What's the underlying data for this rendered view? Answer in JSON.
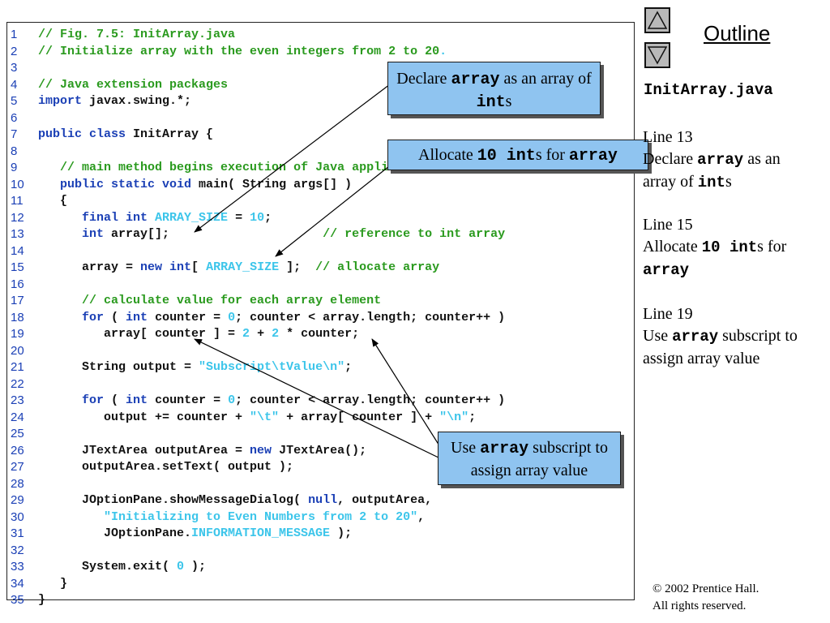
{
  "nav": {
    "up_icon": "triangle-up-icon",
    "down_icon": "triangle-down-icon"
  },
  "outline": {
    "title": "Outline",
    "file_name": "InitArray.java"
  },
  "notes": [
    {
      "line": "Line 13",
      "pre": "Declare ",
      "code": "array",
      "mid": " as an array of ",
      "code2": "int",
      "post": "s"
    },
    {
      "line": "Line 15",
      "pre": "Allocate ",
      "code": "10 int",
      "mid": "s for ",
      "code2": "array",
      "post": ""
    },
    {
      "line": "Line 19",
      "pre": "Use ",
      "code": "array",
      "mid": " subscript to assign array value",
      "code2": "",
      "post": ""
    }
  ],
  "callouts": {
    "declare": {
      "pre": "Declare ",
      "code": "array",
      "mid": " as an array of ",
      "code2": "int",
      "post": "s"
    },
    "allocate": {
      "pre": "Allocate ",
      "code": "10 int",
      "mid": "s for ",
      "code2": "array"
    },
    "subscript": {
      "pre": "Use ",
      "code": "array",
      "post": " subscript to assign array value"
    }
  },
  "copyright": {
    "symbol": "©",
    "line1": " 2002 Prentice Hall.",
    "line2": "All rights reserved."
  },
  "code_lines": [
    {
      "n": "1",
      "tokens": [
        [
          "c",
          "// Fig. 7.5: InitArray.java"
        ]
      ]
    },
    {
      "n": "2",
      "tokens": [
        [
          "c",
          "// Initialize array with the even integers from 2 to 20"
        ],
        [
          "n",
          "."
        ]
      ]
    },
    {
      "n": "3",
      "tokens": []
    },
    {
      "n": "4",
      "tokens": [
        [
          "c",
          "// Java extension packages"
        ]
      ]
    },
    {
      "n": "5",
      "tokens": [
        [
          "k",
          "import"
        ],
        [
          "p",
          " javax.swing.*;"
        ]
      ]
    },
    {
      "n": "6",
      "tokens": []
    },
    {
      "n": "7",
      "tokens": [
        [
          "k",
          "public class"
        ],
        [
          "p",
          " InitArray {"
        ]
      ]
    },
    {
      "n": "8",
      "tokens": []
    },
    {
      "n": "9",
      "tokens": [
        [
          "p",
          "   "
        ],
        [
          "c",
          "// main method begins execution of Java application"
        ]
      ]
    },
    {
      "n": "10",
      "tokens": [
        [
          "p",
          "   "
        ],
        [
          "k",
          "public static void"
        ],
        [
          "p",
          " main( String args[] )"
        ]
      ]
    },
    {
      "n": "11",
      "tokens": [
        [
          "p",
          "   {"
        ]
      ]
    },
    {
      "n": "12",
      "tokens": [
        [
          "p",
          "      "
        ],
        [
          "k",
          "final int"
        ],
        [
          "p",
          " "
        ],
        [
          "n",
          "ARRAY_SIZE"
        ],
        [
          "p",
          " = "
        ],
        [
          "n",
          "10"
        ],
        [
          "p",
          ";"
        ]
      ]
    },
    {
      "n": "13",
      "tokens": [
        [
          "p",
          "      "
        ],
        [
          "k",
          "int"
        ],
        [
          "p",
          " array[];                     "
        ],
        [
          "c",
          "// reference to int array"
        ]
      ]
    },
    {
      "n": "14",
      "tokens": []
    },
    {
      "n": "15",
      "tokens": [
        [
          "p",
          "      array = "
        ],
        [
          "k",
          "new int"
        ],
        [
          "p",
          "[ "
        ],
        [
          "n",
          "ARRAY_SIZE"
        ],
        [
          "p",
          " ];  "
        ],
        [
          "c",
          "// allocate array"
        ]
      ]
    },
    {
      "n": "16",
      "tokens": []
    },
    {
      "n": "17",
      "tokens": [
        [
          "p",
          "      "
        ],
        [
          "c",
          "// calculate value for each array element"
        ]
      ]
    },
    {
      "n": "18",
      "tokens": [
        [
          "p",
          "      "
        ],
        [
          "k",
          "for"
        ],
        [
          "p",
          " ( "
        ],
        [
          "k",
          "int"
        ],
        [
          "p",
          " counter = "
        ],
        [
          "n",
          "0"
        ],
        [
          "p",
          "; counter < array.length; counter++ )"
        ]
      ]
    },
    {
      "n": "19",
      "tokens": [
        [
          "p",
          "         array[ counter ] = "
        ],
        [
          "n",
          "2"
        ],
        [
          "p",
          " + "
        ],
        [
          "n",
          "2"
        ],
        [
          "p",
          " * counter;"
        ]
      ]
    },
    {
      "n": "20",
      "tokens": []
    },
    {
      "n": "21",
      "tokens": [
        [
          "p",
          "      String output = "
        ],
        [
          "s",
          "\"Subscript\\tValue\\n\""
        ],
        [
          "p",
          ";"
        ]
      ]
    },
    {
      "n": "22",
      "tokens": []
    },
    {
      "n": "23",
      "tokens": [
        [
          "p",
          "      "
        ],
        [
          "k",
          "for"
        ],
        [
          "p",
          " ( "
        ],
        [
          "k",
          "int"
        ],
        [
          "p",
          " counter = "
        ],
        [
          "n",
          "0"
        ],
        [
          "p",
          "; counter < array.length; counter++ )"
        ]
      ]
    },
    {
      "n": "24",
      "tokens": [
        [
          "p",
          "         output += counter + "
        ],
        [
          "s",
          "\"\\t\""
        ],
        [
          "p",
          " + array[ counter ] + "
        ],
        [
          "s",
          "\"\\n\""
        ],
        [
          "p",
          ";"
        ]
      ]
    },
    {
      "n": "25",
      "tokens": []
    },
    {
      "n": "26",
      "tokens": [
        [
          "p",
          "      JTextArea outputArea = "
        ],
        [
          "k",
          "new"
        ],
        [
          "p",
          " JTextArea();"
        ]
      ]
    },
    {
      "n": "27",
      "tokens": [
        [
          "p",
          "      outputArea.setText( output );"
        ]
      ]
    },
    {
      "n": "28",
      "tokens": []
    },
    {
      "n": "29",
      "tokens": [
        [
          "p",
          "      JOptionPane.showMessageDialog( "
        ],
        [
          "k",
          "null"
        ],
        [
          "p",
          ", outputArea,"
        ]
      ]
    },
    {
      "n": "30",
      "tokens": [
        [
          "p",
          "         "
        ],
        [
          "s",
          "\"Initializing to Even Numbers from 2 to 20\""
        ],
        [
          "p",
          ","
        ]
      ]
    },
    {
      "n": "31",
      "tokens": [
        [
          "p",
          "         JOptionPane."
        ],
        [
          "n",
          "INFORMATION_MESSAGE"
        ],
        [
          "p",
          " );"
        ]
      ]
    },
    {
      "n": "32",
      "tokens": []
    },
    {
      "n": "33",
      "tokens": [
        [
          "p",
          "      System.exit( "
        ],
        [
          "n",
          "0"
        ],
        [
          "p",
          " );"
        ]
      ]
    },
    {
      "n": "34",
      "tokens": [
        [
          "p",
          "   }"
        ]
      ]
    },
    {
      "n": "35",
      "tokens": [
        [
          "p",
          "}"
        ]
      ]
    }
  ]
}
